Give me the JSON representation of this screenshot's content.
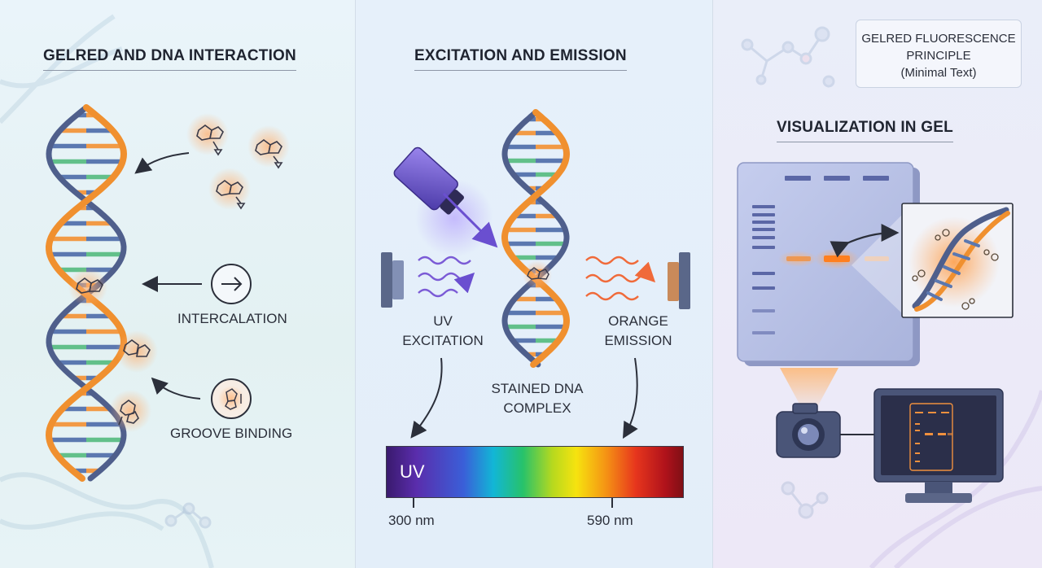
{
  "panel1": {
    "heading": "GELRED AND DNA INTERACTION",
    "intercalation_label": "INTERCALATION",
    "groove_binding_label": "GROOVE BINDING"
  },
  "panel2": {
    "heading": "EXCITATION AND EMISSION",
    "uv_excitation_label": [
      "UV",
      "EXCITATION"
    ],
    "orange_emission_label": [
      "ORANGE",
      "EMISSION"
    ],
    "stained_complex_label": [
      "STAINED DNA",
      "COMPLEX"
    ],
    "spectrum": {
      "band_label": "UV",
      "tick_left": "300 nm",
      "tick_right": "590 nm"
    }
  },
  "panel3": {
    "info_box": [
      "GELRED FLUORESCENCE",
      "PRINCIPLE",
      "(Minimal Text)"
    ],
    "heading": "VISUALIZATION IN GEL"
  },
  "colors": {
    "dna_backbone": "#f0902f",
    "dna_backbone_back": "#4f5f8c",
    "base_orange": "#f29a45",
    "base_blue": "#5b78b0",
    "base_green": "#62c08a",
    "uv_wave": "#7b5bd6",
    "emission_wave": "#f06a3a",
    "gel_plate": "#b9c3e6"
  },
  "icons": [
    "molecule-icon",
    "intercalation-arrow-icon",
    "groove-binding-icon",
    "light-source-icon",
    "detector-icon",
    "camera-icon",
    "monitor-icon"
  ]
}
